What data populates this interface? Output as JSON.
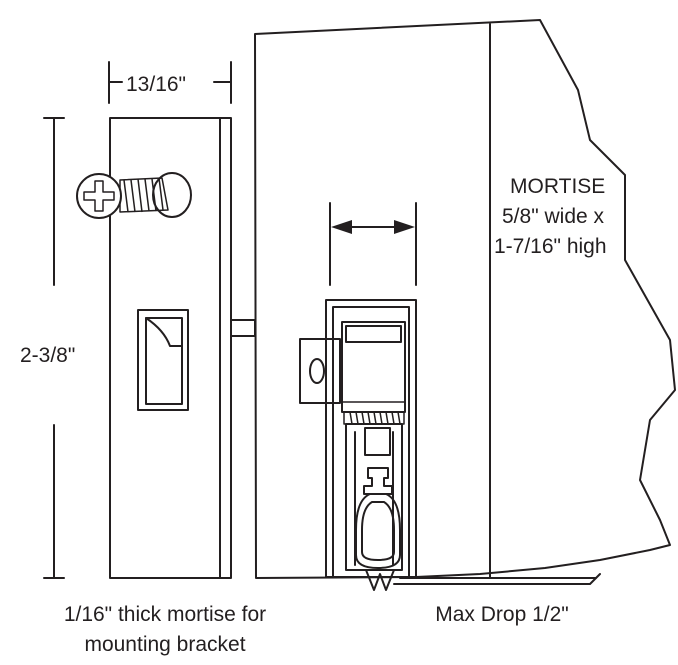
{
  "labels": {
    "top_width": "13/16\"",
    "height": "2-3/8\"",
    "mortise_title": "MORTISE",
    "mortise_width": "5/8\" wide x",
    "mortise_height": "1-7/16\" high",
    "bottom_left_line1": "1/16\" thick mortise for",
    "bottom_left_line2": "mounting bracket",
    "bottom_right": "Max Drop 1/2\""
  },
  "icons": [
    "phillips-screw-icon",
    "dimension-arrow-icon"
  ],
  "colors": {
    "line": "#231f20",
    "background": "#ffffff"
  }
}
